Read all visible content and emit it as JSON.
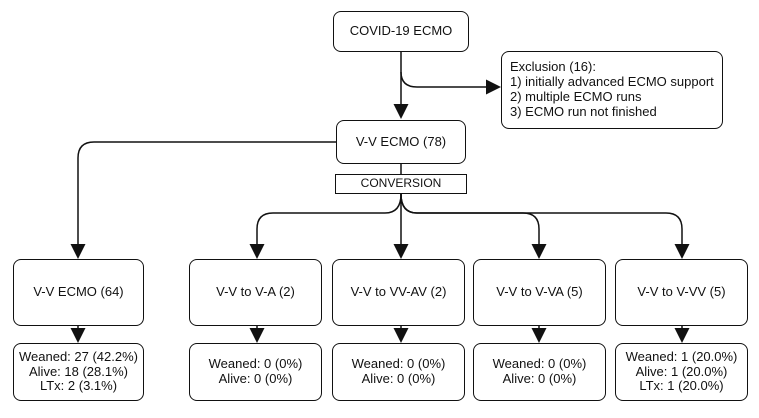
{
  "top": {
    "label": "COVID-19 ECMO"
  },
  "exclusion": {
    "lines": [
      "Exclusion (16):",
      "1) initially advanced ECMO support",
      "2) multiple ECMO runs",
      "3) ECMO run not finished"
    ]
  },
  "vv_main": {
    "label": "V-V ECMO (78)"
  },
  "conversion": {
    "label": "CONVERSION"
  },
  "branches": [
    {
      "label": "V-V  ECMO (64)",
      "outcomes": [
        "Weaned: 27 (42.2%)",
        "Alive: 18 (28.1%)",
        "LTx: 2 (3.1%)"
      ]
    },
    {
      "label": "V-V to V-A (2)",
      "outcomes": [
        "Weaned: 0 (0%)",
        "Alive: 0 (0%)"
      ]
    },
    {
      "label": "V-V to VV-AV (2)",
      "outcomes": [
        "Weaned: 0 (0%)",
        "Alive: 0 (0%)"
      ]
    },
    {
      "label": "V-V to V-VA (5)",
      "outcomes": [
        "Weaned: 0 (0%)",
        "Alive: 0 (0%)"
      ]
    },
    {
      "label": "V-V to V-VV (5)",
      "outcomes": [
        "Weaned: 1 (20.0%)",
        "Alive: 1 (20.0%)",
        "LTx: 1 (20.0%)"
      ]
    }
  ]
}
